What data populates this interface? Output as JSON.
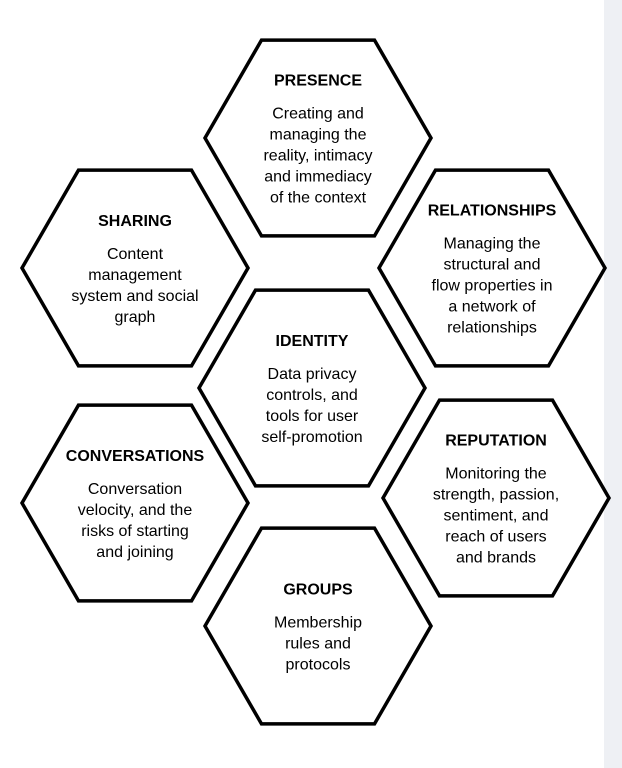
{
  "diagram": {
    "stroke_color": "#000000",
    "fill_color": "#ffffff",
    "hexagons": [
      {
        "id": "presence",
        "title": "PRESENCE",
        "lines": [
          "Creating and",
          "managing the",
          "reality, intimacy",
          "and immediacy",
          "of the context"
        ]
      },
      {
        "id": "sharing",
        "title": "SHARING",
        "lines": [
          "Content",
          "management",
          "system and social",
          "graph"
        ]
      },
      {
        "id": "relationships",
        "title": "RELATIONSHIPS",
        "lines": [
          "Managing the",
          "structural and",
          "flow properties in",
          "a network of",
          "relationships"
        ]
      },
      {
        "id": "identity",
        "title": "IDENTITY",
        "lines": [
          "Data privacy",
          "controls, and",
          "tools for user",
          "self-promotion"
        ]
      },
      {
        "id": "conversations",
        "title": "CONVERSATIONS",
        "lines": [
          "Conversation",
          "velocity, and the",
          "risks of starting",
          "and joining"
        ]
      },
      {
        "id": "reputation",
        "title": "REPUTATION",
        "lines": [
          "Monitoring the",
          "strength, passion,",
          "sentiment, and",
          "reach of users",
          "and brands"
        ]
      },
      {
        "id": "groups",
        "title": "GROUPS",
        "lines": [
          "Membership",
          "rules and",
          "protocols"
        ]
      }
    ]
  }
}
